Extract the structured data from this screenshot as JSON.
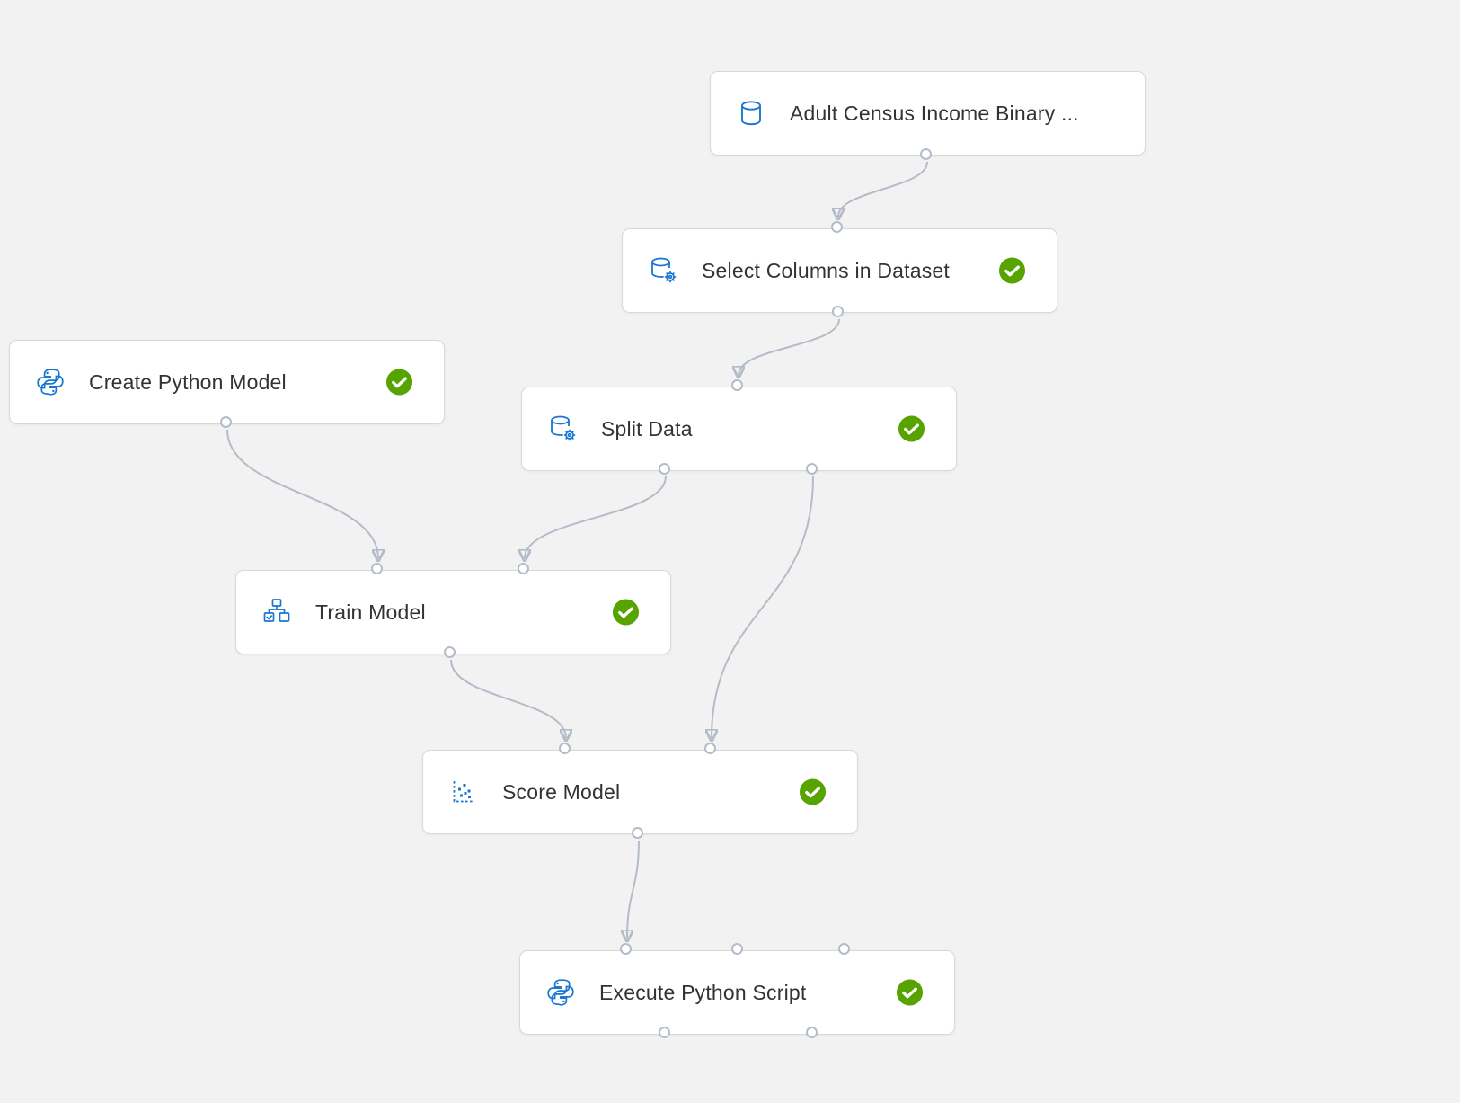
{
  "canvas": {
    "background_color": "#f2f2f2",
    "edge_color": "#b3bcc9",
    "accent_color": "#1976d2",
    "success_color": "#57a300"
  },
  "nodes": [
    {
      "id": "adult-census-income-dataset",
      "label": "Adult Census Income Binary ...",
      "icon": "database-icon",
      "status": "none",
      "inputs": 0,
      "outputs": 1
    },
    {
      "id": "select-columns-in-dataset",
      "label": "Select Columns in Dataset",
      "icon": "database-gear-icon",
      "status": "succeeded",
      "inputs": 1,
      "outputs": 1
    },
    {
      "id": "create-python-model",
      "label": "Create Python Model",
      "icon": "python-icon",
      "status": "succeeded",
      "inputs": 0,
      "outputs": 1
    },
    {
      "id": "split-data",
      "label": "Split Data",
      "icon": "database-gear-icon",
      "status": "succeeded",
      "inputs": 1,
      "outputs": 2
    },
    {
      "id": "train-model",
      "label": "Train Model",
      "icon": "train-model-icon",
      "status": "succeeded",
      "inputs": 2,
      "outputs": 1
    },
    {
      "id": "score-model",
      "label": "Score Model",
      "icon": "scatter-plot-icon",
      "status": "succeeded",
      "inputs": 2,
      "outputs": 1
    },
    {
      "id": "execute-python-script",
      "label": "Execute Python Script",
      "icon": "python-icon",
      "status": "succeeded",
      "inputs": 3,
      "outputs": 2
    }
  ],
  "edges": [
    {
      "from": "adult-census-income-dataset",
      "from_port": "output-1",
      "to": "select-columns-in-dataset",
      "to_port": "input-1"
    },
    {
      "from": "select-columns-in-dataset",
      "from_port": "output-1",
      "to": "split-data",
      "to_port": "input-1"
    },
    {
      "from": "create-python-model",
      "from_port": "output-1",
      "to": "train-model",
      "to_port": "input-1"
    },
    {
      "from": "split-data",
      "from_port": "output-1",
      "to": "train-model",
      "to_port": "input-2"
    },
    {
      "from": "split-data",
      "from_port": "output-2",
      "to": "score-model",
      "to_port": "input-2"
    },
    {
      "from": "train-model",
      "from_port": "output-1",
      "to": "score-model",
      "to_port": "input-1"
    },
    {
      "from": "score-model",
      "from_port": "output-1",
      "to": "execute-python-script",
      "to_port": "input-1"
    }
  ]
}
